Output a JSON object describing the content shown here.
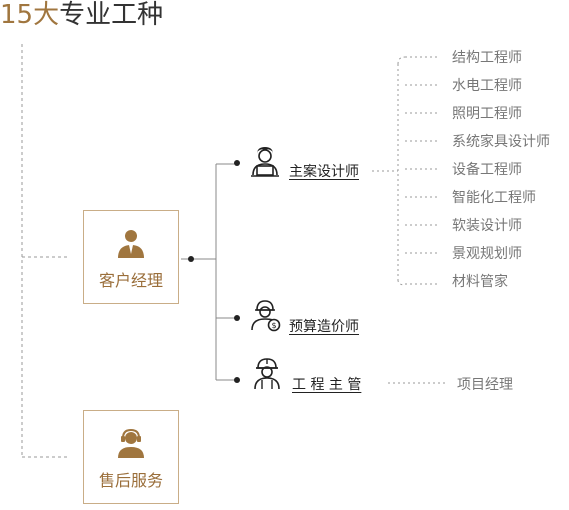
{
  "title": {
    "number": "15大",
    "text": "专业工种"
  },
  "roles": {
    "account_manager": "客户经理",
    "after_sales": "售后服务",
    "lead_designer": "主案设计师",
    "budget_estimator": "预算造价师",
    "foreman": "工 程 主 管"
  },
  "designer_specialists": [
    "结构工程师",
    "水电工程师",
    "照明工程师",
    "系统家具设计师",
    "设备工程师",
    "智能化工程师",
    "软装设计师",
    "景观规划师",
    "材料管家"
  ],
  "foreman_specialist": "项目经理",
  "icons": {
    "account_manager": "manager-icon",
    "after_sales": "headset-agent-icon",
    "lead_designer": "designer-laptop-icon",
    "budget_estimator": "estimator-coin-icon",
    "foreman": "hardhat-worker-icon"
  },
  "colors": {
    "accent": "#a0763f",
    "box_border": "#c9ad87",
    "line": "#999999"
  }
}
